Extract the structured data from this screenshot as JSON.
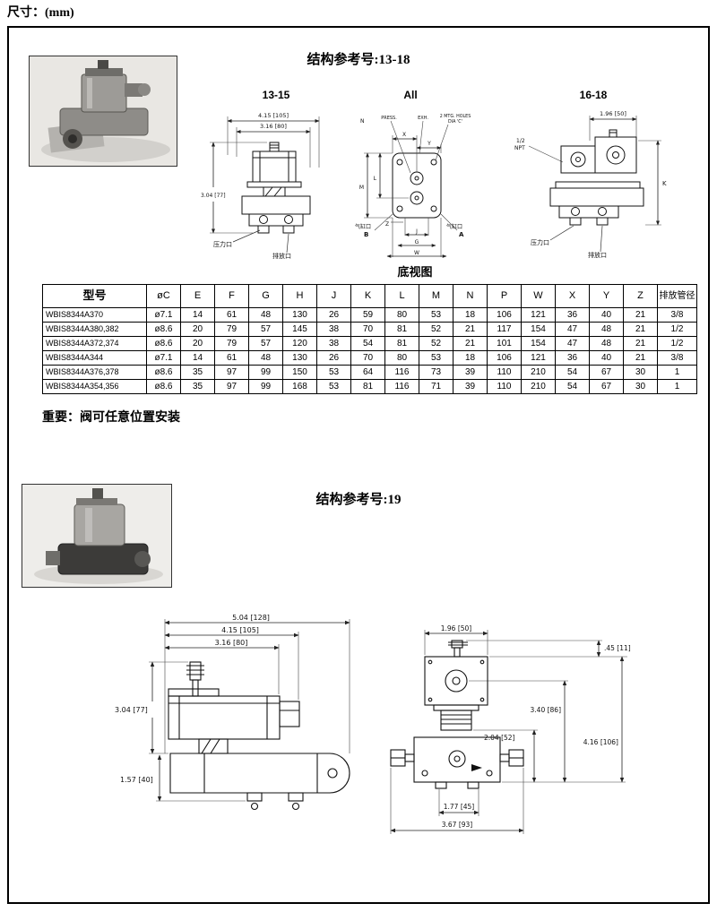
{
  "page": {
    "dims_label": "尺寸：(mm)"
  },
  "section1": {
    "title": "结构参考号:13-18",
    "bottom_view_label": "底视图",
    "important_note": "重要：阀可任意位置安装",
    "drawing_13_15": {
      "label": "13-15",
      "dim_top1": "4.15 [105]",
      "dim_top2": "3.16 [80]",
      "dim_left": "3.04 [77]",
      "port_pressure": "压力口",
      "port_exhaust": "排放口"
    },
    "drawing_all": {
      "label": "All",
      "n": "N",
      "x": "X",
      "y": "Y",
      "press": "PRESS.",
      "exh": "EXH.",
      "mtg1": "2 MTG. HOLES",
      "mtg2": "DIA 'C'",
      "l": "L",
      "m": "M",
      "z": "Z",
      "j": "J",
      "g": "G",
      "w": "W",
      "cyl_b_label": "气缸口",
      "cyl_b": "B",
      "cyl_a_label": "气缸口",
      "cyl_a": "A"
    },
    "drawing_16_18": {
      "label": "16-18",
      "dim_top": "1.96 [50]",
      "npt1": "1/2",
      "npt2": "NPT",
      "k": "K",
      "port_pressure": "压力口",
      "port_exhaust": "排放口"
    },
    "table": {
      "headers": [
        "型号",
        "øC",
        "E",
        "F",
        "G",
        "H",
        "J",
        "K",
        "L",
        "M",
        "N",
        "P",
        "W",
        "X",
        "Y",
        "Z",
        "排放管径"
      ],
      "rows": [
        [
          "WBIS8344A370",
          "ø7.1",
          "14",
          "61",
          "48",
          "130",
          "26",
          "59",
          "80",
          "53",
          "18",
          "106",
          "121",
          "36",
          "40",
          "21",
          "3/8"
        ],
        [
          "WBIS8344A380,382",
          "ø8.6",
          "20",
          "79",
          "57",
          "145",
          "38",
          "70",
          "81",
          "52",
          "21",
          "117",
          "154",
          "47",
          "48",
          "21",
          "1/2"
        ],
        [
          "WBIS8344A372,374",
          "ø8.6",
          "20",
          "79",
          "57",
          "120",
          "38",
          "54",
          "81",
          "52",
          "21",
          "101",
          "154",
          "47",
          "48",
          "21",
          "1/2"
        ],
        [
          "WBIS8344A344",
          "ø7.1",
          "14",
          "61",
          "48",
          "130",
          "26",
          "70",
          "80",
          "53",
          "18",
          "106",
          "121",
          "36",
          "40",
          "21",
          "3/8"
        ],
        [
          "WBIS8344A376,378",
          "ø8.6",
          "35",
          "97",
          "99",
          "150",
          "53",
          "64",
          "116",
          "73",
          "39",
          "110",
          "210",
          "54",
          "67",
          "30",
          "1"
        ],
        [
          "WBIS8344A354,356",
          "ø8.6",
          "35",
          "97",
          "99",
          "168",
          "53",
          "81",
          "116",
          "71",
          "39",
          "110",
          "210",
          "54",
          "67",
          "30",
          "1"
        ]
      ]
    }
  },
  "section2": {
    "title": "结构参考号:19",
    "drawing_side": {
      "dim_top1": "5.04 [128]",
      "dim_top2": "4.15 [105]",
      "dim_top3": "3.16 [80]",
      "dim_left": "3.04 [77]",
      "dim_left2": "1.57 [40]"
    },
    "drawing_front": {
      "dim_top": "1.96 [50]",
      "dim_r1": ".45 [11]",
      "dim_r2": "3.40 [86]",
      "dim_r3": "2.04 [52]",
      "dim_r4": "4.16 [106]",
      "dim_b1": "1.77 [45]",
      "dim_b2": "3.67 [93]"
    }
  }
}
